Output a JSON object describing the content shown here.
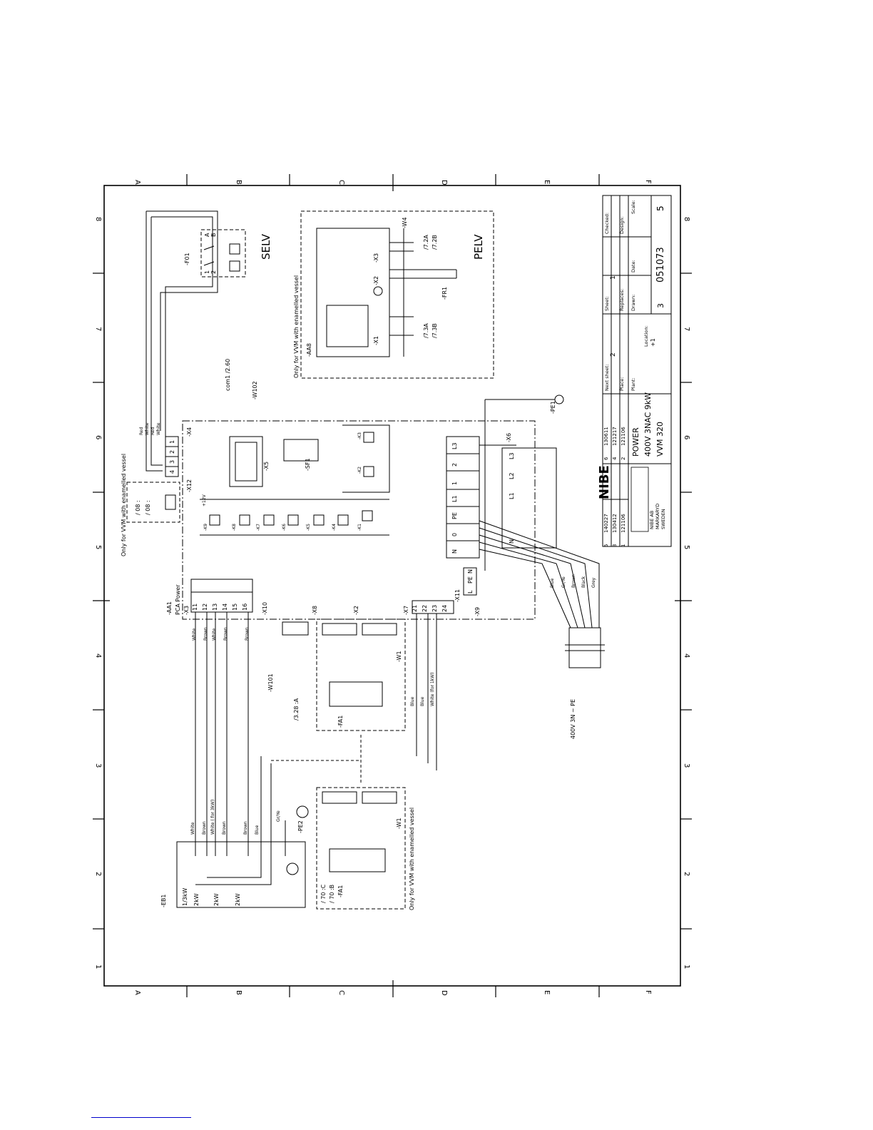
{
  "sheet": {
    "column_letters": [
      "A",
      "B",
      "C",
      "D",
      "E",
      "F"
    ],
    "row_numbers": [
      "8",
      "7",
      "6",
      "5",
      "4",
      "3",
      "2",
      "1"
    ]
  },
  "title_block": {
    "revisions": [
      {
        "no": "5",
        "date": "140227",
        "no2": "6",
        "date2": "130611"
      },
      {
        "no": "3",
        "date": "130412",
        "no2": "4",
        "date2": "121217"
      },
      {
        "no": "1",
        "date": "121106",
        "no2": "2",
        "date2": "121106"
      }
    ],
    "company": {
      "name": "NIBE AB",
      "city": "MARKARYD",
      "country": "SWEDEN",
      "logo": "NIBE"
    },
    "title": [
      "POWER",
      "400V 3NAC 9kW",
      "VVM 320"
    ],
    "fields": {
      "next_sheet_label": "Next sheet:",
      "next_sheet": "2",
      "sheet_label": "Sheet:",
      "sheet": "1",
      "checked_label": "Checked:",
      "place_label": "Place:",
      "replaces_label": "Replaces:",
      "design_label": "Design:",
      "plant_label": "Plant:",
      "drawn_label": "Drawn:",
      "date_label": "Date:",
      "scale_label": "Scale:",
      "location_label": "Location:",
      "location": "+1",
      "drawn": "3",
      "drawing_no": "051073",
      "revision": "5"
    }
  },
  "sections": {
    "selv": "SELV",
    "pelv": "PELV",
    "only_enamelled_1": "Only for VVM with enamelled vessel",
    "only_enamelled_2": "Only for VVM with enamelled vessel",
    "only_enamelled_3": "Only for VVM with enamelled vessel"
  },
  "components": {
    "f01": "-F01",
    "aa8": "-AA8",
    "w4": "-W4",
    "fr1": "-FR1",
    "x1_top": "-X1",
    "x2_top": "-X2",
    "x3_top": "-X3",
    "com1": "com1 /2.60",
    "w102": "-W102",
    "aa1": "-AA1",
    "pca": "PCA Power",
    "x3": "-X3",
    "x4": "-X4",
    "x5": "-X5",
    "x6": "-X6",
    "x7": "-X7",
    "x8": "-X8",
    "x9": "-X9",
    "x10": "-X10",
    "x11": "-X11",
    "x12": "-X12",
    "x2": "-X2",
    "sf1": "-SF1",
    "pe1": "-PE1",
    "pe2": "-PE2",
    "eb1": "-EB1",
    "fa1_a": "-FA1",
    "fa1_b": "-FA1",
    "w1_a": "-W1",
    "w1_b": "-W1",
    "w101": "-W101",
    "ref_328": "/3.28 :A",
    "ref_70c": "/ 70 :C",
    "ref_70b": "/ 70 :B",
    "supply": "400V 3N ~ PE"
  },
  "terminals_x3": [
    "11",
    "12",
    "13",
    "14",
    "15",
    "16"
  ],
  "relays": [
    "-K9",
    "-K8",
    "-K7",
    "-K6",
    "-K5",
    "-K4"
  ],
  "x6_terminals": [
    "N",
    "0",
    "PE",
    "L1",
    "1",
    "2",
    "L3"
  ],
  "x6_phase": [
    "N",
    "L1",
    "L2",
    "L3"
  ],
  "x7_terminals": [
    "21",
    "22",
    "23",
    "24"
  ],
  "x11_terminals": [
    "L",
    "PE",
    "N"
  ],
  "x4_terminals": [
    "1",
    "2",
    "3",
    "4"
  ],
  "eb1_steps": [
    "1/3kW",
    "2kW",
    "2kW",
    "2kW"
  ],
  "wire_colors_left": [
    "White",
    "Brown",
    "White",
    "Brown",
    "Brown"
  ],
  "wire_colors_bottom": [
    "White",
    "Brown",
    "White ( for 3kW)",
    "Brown",
    "Brown",
    "Blue",
    "Gr/Ye"
  ],
  "supply_colors": [
    "Blue",
    "Gr/Ye",
    "Brown",
    "Black",
    "Grey"
  ],
  "x7_colors": [
    "Blue",
    "Blue",
    "White (for 1kW)"
  ],
  "x4_colors": [
    "Red",
    "White",
    "Red",
    "White"
  ],
  "temp_labels": [
    "/7.2A",
    "/7.2B",
    "/7.3A",
    "/7.3B"
  ],
  "x12_refs": [
    "/ 08 :",
    "/ 08 :"
  ],
  "small_numbers": {
    "plus12v": "+12V",
    "k1": "-K1",
    "k2": "-K2",
    "k3": "-K3"
  },
  "colors": {
    "line": "#000000",
    "footer_link": "#0000cc"
  }
}
